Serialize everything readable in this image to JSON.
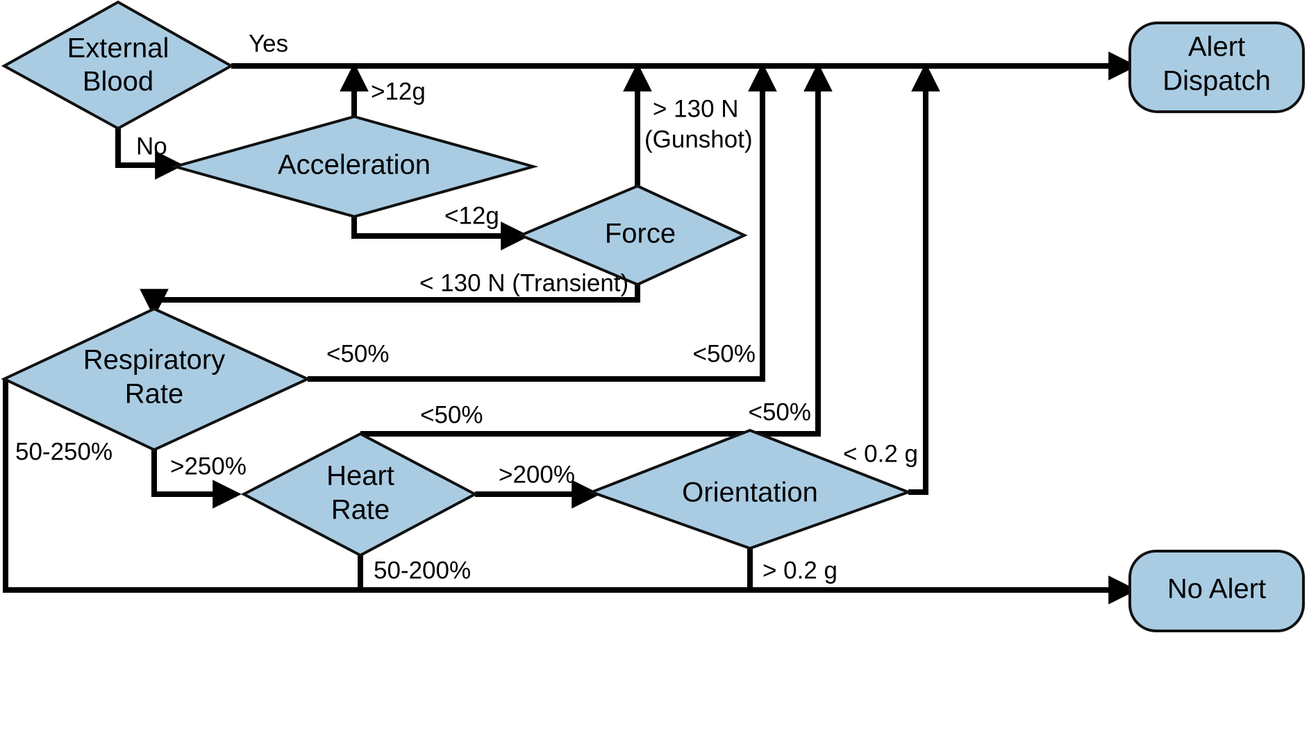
{
  "diagram": {
    "title": "Injury Detection Decision Flowchart",
    "colors": {
      "node_fill": "#a9cce3",
      "node_stroke": "#111111",
      "connector": "#000000",
      "background": "#ffffff"
    },
    "nodes": [
      {
        "id": "external_blood",
        "label_line1": "External",
        "label_line2": "Blood",
        "shape": "diamond"
      },
      {
        "id": "acceleration",
        "label_line1": "Acceleration",
        "label_line2": "",
        "shape": "diamond"
      },
      {
        "id": "force",
        "label_line1": "Force",
        "label_line2": "",
        "shape": "diamond"
      },
      {
        "id": "respiratory_rate",
        "label_line1": "Respiratory",
        "label_line2": "Rate",
        "shape": "diamond"
      },
      {
        "id": "heart_rate",
        "label_line1": "Heart",
        "label_line2": "Rate",
        "shape": "diamond"
      },
      {
        "id": "orientation",
        "label_line1": "Orientation",
        "label_line2": "",
        "shape": "diamond"
      },
      {
        "id": "alert_dispatch",
        "label_line1": "Alert",
        "label_line2": "Dispatch",
        "shape": "rounded-terminal"
      },
      {
        "id": "no_alert",
        "label_line1": "No Alert",
        "label_line2": "",
        "shape": "rounded-terminal"
      }
    ],
    "edges": [
      {
        "id": "e_blood_yes",
        "from": "external_blood",
        "to": "alert_dispatch",
        "label": "Yes"
      },
      {
        "id": "e_blood_no",
        "from": "external_blood",
        "to": "acceleration",
        "label": "No"
      },
      {
        "id": "e_accel_high",
        "from": "acceleration",
        "to": "alert_dispatch",
        "label": ">12g"
      },
      {
        "id": "e_accel_low",
        "from": "acceleration",
        "to": "force",
        "label": "<12g"
      },
      {
        "id": "e_force_gunshot",
        "from": "force",
        "to": "alert_dispatch",
        "label_line1": "> 130 N",
        "label_line2": "(Gunshot)"
      },
      {
        "id": "e_force_transient",
        "from": "force",
        "to": "respiratory_rate",
        "label": "< 130 N (Transient)"
      },
      {
        "id": "e_rr_low",
        "from": "respiratory_rate",
        "to": "alert_dispatch",
        "label": "<50%",
        "label_corner": "<50%"
      },
      {
        "id": "e_rr_normal",
        "from": "respiratory_rate",
        "to": "no_alert",
        "label": "50-250%"
      },
      {
        "id": "e_rr_high",
        "from": "respiratory_rate",
        "to": "heart_rate",
        "label": ">250%"
      },
      {
        "id": "e_hr_low",
        "from": "heart_rate",
        "to": "alert_dispatch",
        "label": "<50%",
        "label_corner": "<50%"
      },
      {
        "id": "e_hr_normal",
        "from": "heart_rate",
        "to": "no_alert",
        "label": "50-200%"
      },
      {
        "id": "e_hr_high",
        "from": "heart_rate",
        "to": "orientation",
        "label": ">200%"
      },
      {
        "id": "e_orient_low",
        "from": "orientation",
        "to": "alert_dispatch",
        "label": "< 0.2 g"
      },
      {
        "id": "e_orient_high",
        "from": "orientation",
        "to": "no_alert",
        "label": "> 0.2 g"
      }
    ],
    "labels": {
      "external_blood_l1": "External",
      "external_blood_l2": "Blood",
      "acceleration": "Acceleration",
      "force": "Force",
      "respiratory_rate_l1": "Respiratory",
      "respiratory_rate_l2": "Rate",
      "heart_rate_l1": "Heart",
      "heart_rate_l2": "Rate",
      "orientation": "Orientation",
      "alert_dispatch_l1": "Alert",
      "alert_dispatch_l2": "Dispatch",
      "no_alert": "No Alert",
      "yes": "Yes",
      "no": "No",
      "accel_gt": ">12g",
      "accel_lt": "<12g",
      "force_gt_l1": "> 130 N",
      "force_gt_l2": "(Gunshot)",
      "force_lt": "< 130 N (Transient)",
      "rr_lt50": "<50%",
      "rr_lt50_corner": "<50%",
      "rr_50_250": "50-250%",
      "rr_gt250": ">250%",
      "hr_lt50": "<50%",
      "hr_lt50_corner": "<50%",
      "hr_50_200": "50-200%",
      "hr_gt200": ">200%",
      "orient_lt": "< 0.2 g",
      "orient_gt": "> 0.2 g"
    }
  }
}
